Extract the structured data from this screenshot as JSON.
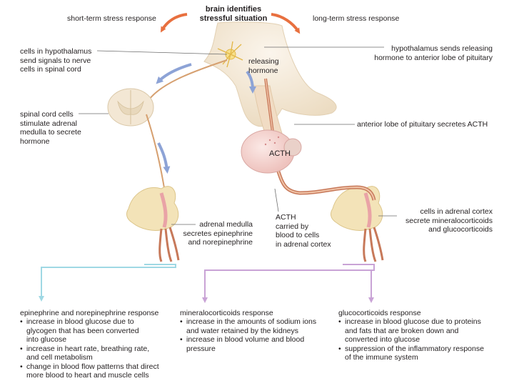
{
  "header": {
    "center_title": "brain identifies\nstressful situation",
    "left_label": "short-term stress response",
    "right_label": "long-term stress response"
  },
  "callouts": {
    "hypothalamus_cells": "cells in hypothalamus\nsend signals to nerve\ncells in spinal cord",
    "releasing_hormone": "releasing\nhormone",
    "hypothalamus_sends": "hypothalamus sends releasing\nhormone to anterior lobe of pituitary",
    "spinal_cord_cells": "spinal cord cells\nstimulate adrenal\nmedulla to secrete\nhormone",
    "pituitary_secretes": "anterior lobe of pituitary secretes ACTH",
    "acth_in_gland": "ACTH",
    "adrenal_medulla": "adrenal medulla\nsecretes epinephrine\nand norepinephrine",
    "acth_carried": "ACTH\ncarried by\nblood to cells\nin adrenal cortex",
    "adrenal_cortex": "cells in adrenal cortex\nsecrete mineralocorticoids\nand glucocorticoids"
  },
  "responses": [
    {
      "title": "epinephrine and norepinephrine response",
      "items": [
        "increase in blood glucose due to\nglycogen that has been converted\ninto glucose",
        "increase in heart rate, breathing rate,\nand cell metabolism",
        "change in blood flow patterns that direct\nmore blood to heart and muscle cells"
      ]
    },
    {
      "title": "mineralocorticoids response",
      "items": [
        "increase in the amounts of sodium ions\nand water retained by the kidneys",
        "increase in blood volume and blood\npressure"
      ]
    },
    {
      "title": "glucocorticoids response",
      "items": [
        "increase in blood glucose due to proteins\nand fats that are broken down and\nconverted into glucose",
        "suppression of the inflammatory response\nof the immune system"
      ]
    }
  ],
  "colors": {
    "stress_arrow": "#e8703f",
    "nerve_arrow": "#8da3d6",
    "epinephrine_bracket": "#9fd8e4",
    "cortex_bracket": "#c9a3d6",
    "brain_tissue": "#f3e7d4",
    "pituitary": "#f4d6d3",
    "vessel_outer": "#c7795a",
    "vessel_inner": "#f1c4a8",
    "leader_line": "#6d6d6d",
    "adrenal_cortex": "#f3e3b8",
    "adrenal_medulla": "#e9a3a6"
  }
}
